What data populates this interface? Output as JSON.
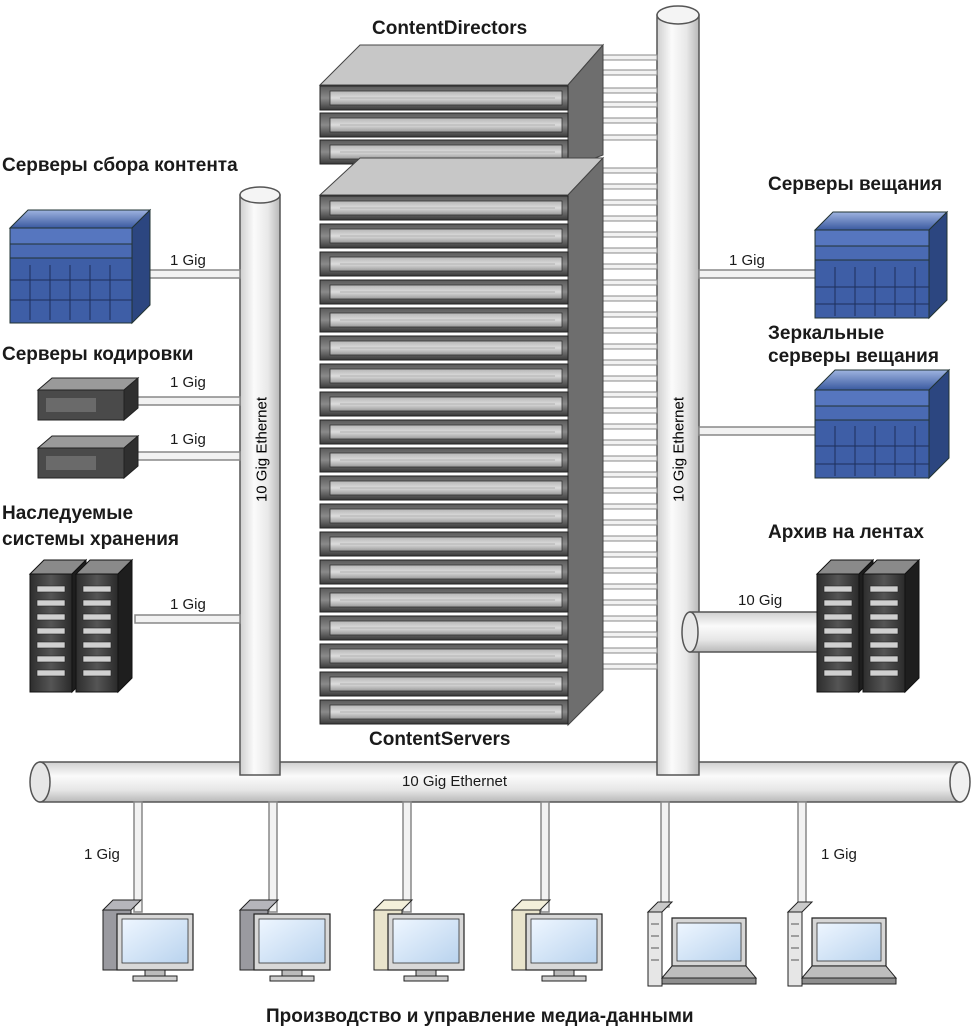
{
  "labels": {
    "content_directors": "ContentDirectors",
    "content_servers": "ContentServers",
    "ingest_servers": "Серверы сбора контента",
    "encoding_servers": "Серверы кодировки",
    "legacy_storage_l1": "Наследуемые",
    "legacy_storage_l2": "системы хранения",
    "broadcast_servers": "Серверы вещания",
    "mirror_servers_l1": "Зеркальные",
    "mirror_servers_l2": "серверы вещания",
    "tape_archive": "Архив на лентах",
    "production_footer": "Производство и управление медиа-данными"
  },
  "links": {
    "one_gig": "1 Gig",
    "ten_gig": "10 Gig",
    "ten_gig_ethernet": "10 Gig Ethernet"
  },
  "colors": {
    "pipe_light": "#f4f4f4",
    "pipe_shade": "#c8c8c8",
    "server_dark": "#3a3a3a",
    "server_blue": "#3b5fa8",
    "screen": "#cfe3f5"
  }
}
